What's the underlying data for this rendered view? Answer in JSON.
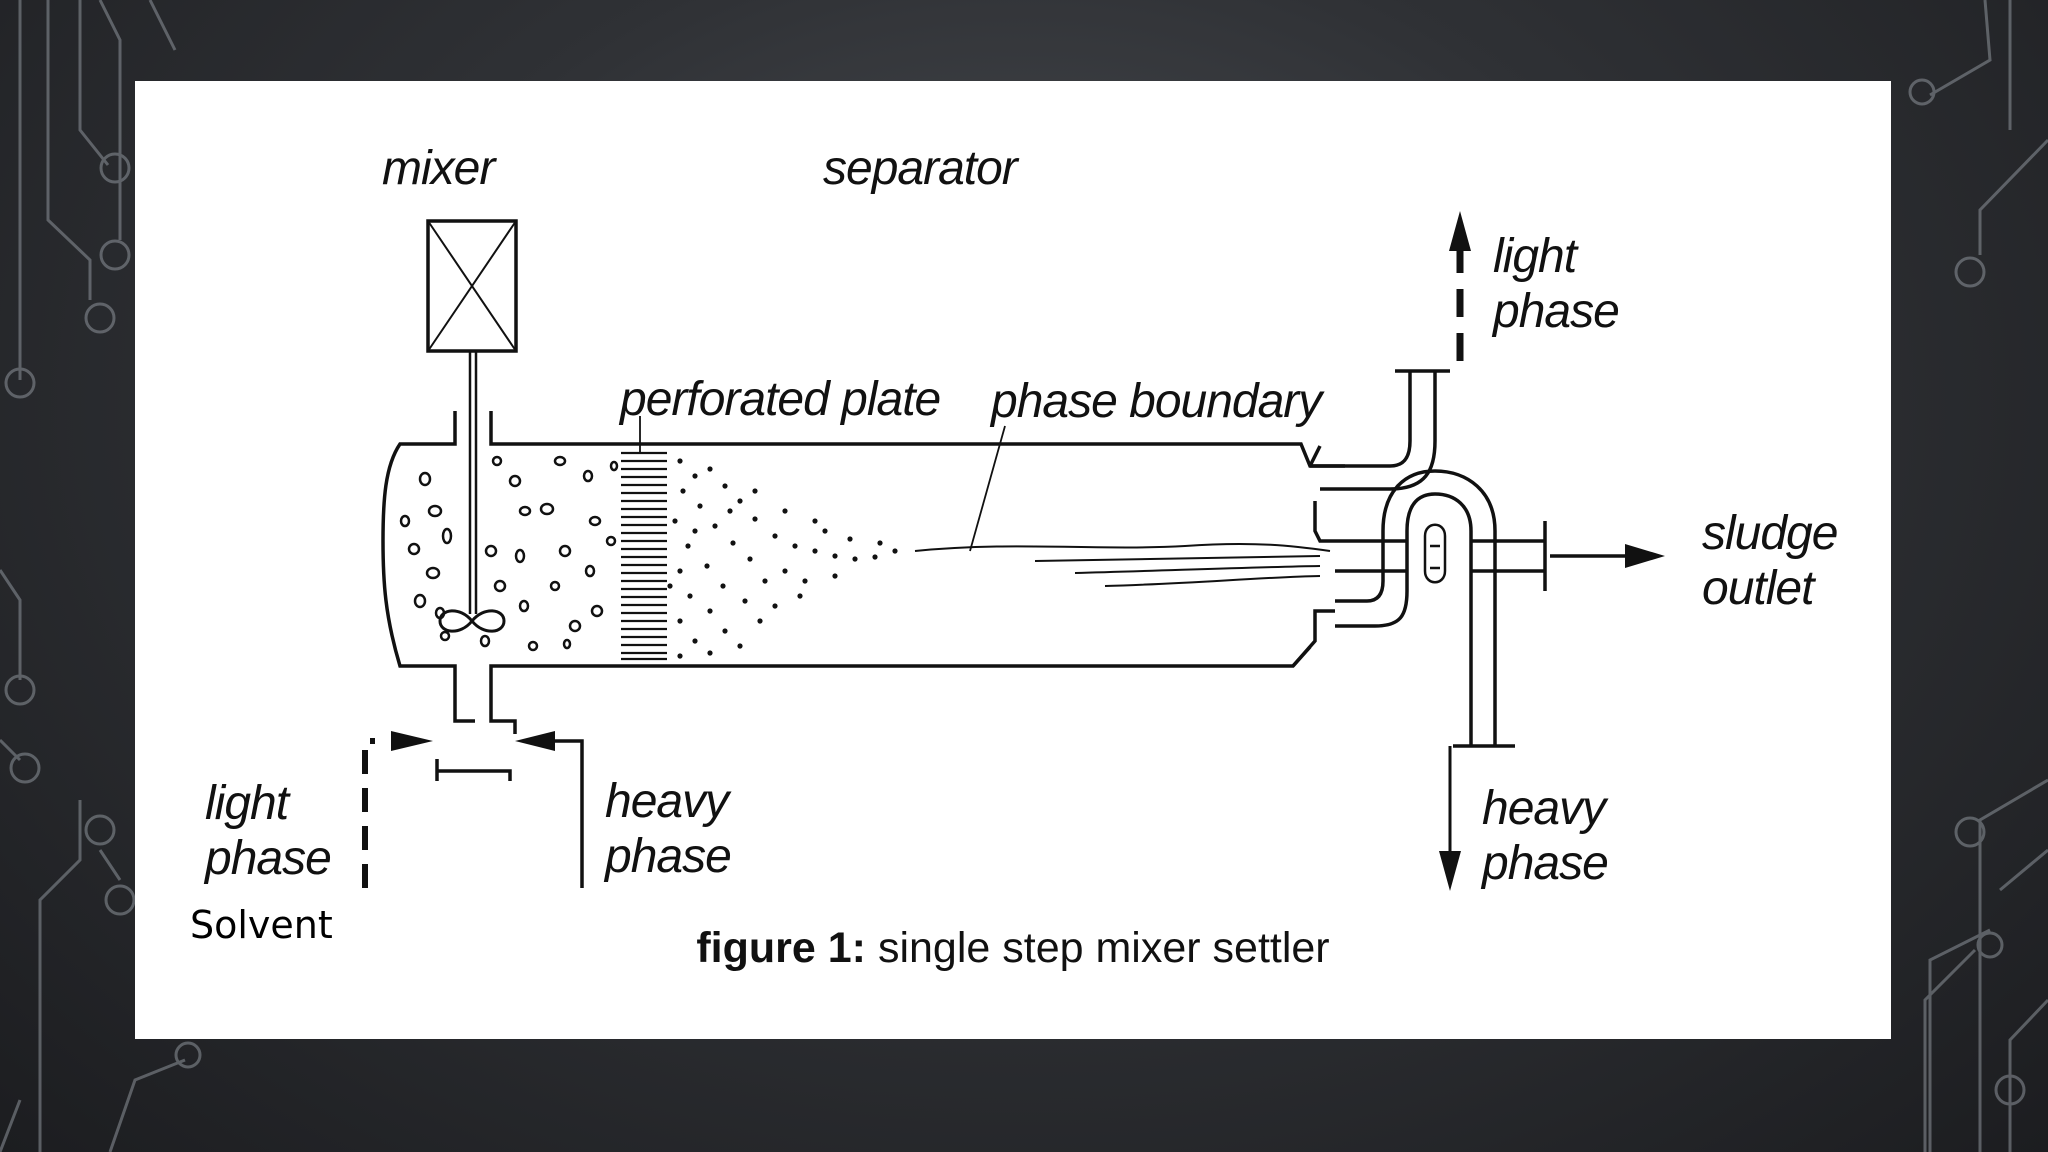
{
  "slide": {
    "accent_color": "#9aa0a6",
    "background_color": "#2b2d31"
  },
  "diagram": {
    "labels": {
      "mixer": "mixer",
      "separator": "separator",
      "perforated_plate": "perforated plate",
      "phase_boundary": "phase boundary",
      "light_phase_out": [
        "light",
        "phase"
      ],
      "sludge_outlet": [
        "sludge",
        "outlet"
      ],
      "heavy_phase_out": [
        "heavy",
        "phase"
      ],
      "light_phase_in": [
        "light",
        "phase"
      ],
      "heavy_phase_in": [
        "heavy",
        "phase"
      ]
    },
    "annotation": "Solvent",
    "caption": {
      "prefix": "figure 1:",
      "text": "single step mixer settler"
    }
  }
}
